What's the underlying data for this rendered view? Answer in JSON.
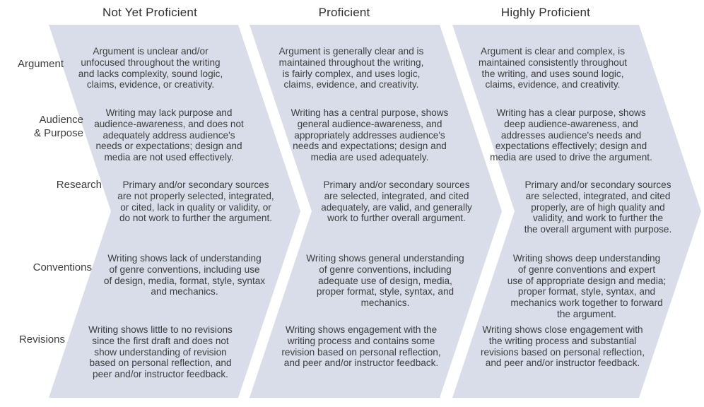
{
  "columns": [
    {
      "title": "Not Yet Proficient"
    },
    {
      "title": "Proficient"
    },
    {
      "title": "Highly Proficient"
    }
  ],
  "rows": [
    {
      "label": "Argument",
      "cells": [
        "Argument is unclear and/or\nunfocused throughout the writing\nand lacks complexity, sound logic,\nclaims, evidence, or creativity.",
        "Argument is generally clear and is\nmaintained throughout the writing,\nis fairly complex, and uses logic,\nclaims, evidence, and creativity.",
        "Argument is clear and complex, is\nmaintained consistently throughout\nthe writing, and uses sound logic,\nclaims, evidence, and creativity."
      ]
    },
    {
      "label": "Audience\n& Purpose",
      "cells": [
        "Writing may lack purpose and\naudience-awareness, and does not\nadequately address audience's\nneeds or expectations; design and\nmedia are not used effectively.",
        "Writing has a central purpose, shows\ngeneral audience-awareness, and\nappropriately addresses audience's\nneeds and expectations; design and\nmedia are used adequately.",
        "Writing has a clear purpose, shows\ndeep audience-awareness, and\naddresses audience's needs and\nexpectations effectively; design and\nmedia are used to drive the argument."
      ]
    },
    {
      "label": "Research",
      "cells": [
        "Primary and/or secondary sources\nare not properly selected, integrated,\nor cited, lack in quality or validity, or\ndo not work to further the argument.",
        "Primary and/or secondary sources\nare selected, integrated, and cited\nadequately, are valid, and generally\nwork to further overall argument.",
        "Primary and/or secondary sources\nare selected, integrated, and cited\nproperly, are of high quality and\nvalidity, and work to further the\nthe overall argument with purpose."
      ]
    },
    {
      "label": "Conventions",
      "cells": [
        "Writing shows lack of understanding\nof genre conventions, including use\nof design, media, format, style, syntax\nand mechanics.",
        "Writing shows general understanding\nof genre conventions, including\nadequate use of design, media,\nproper format, style, syntax, and\nmechanics.",
        "Writing shows deep understanding\nof genre conventions and expert\nuse of appropriate design and media;\nproper format, style, syntax, and\nmechanics work together to forward\nthe argument."
      ]
    },
    {
      "label": "Revisions",
      "cells": [
        "Writing shows little to no revisions\nsince the first draft and does not\nshow understanding of revision\nbased on personal reflection, and\npeer and/or instructor feedback.",
        "Writing shows engagement with the\nwriting process and contains some\nrevision based on personal reflection,\nand peer and/or instructor feedback.",
        "Writing shows close engagement with\nthe writing process and substantial\nrevisions based on personal reflection,\nand peer and/or instructor feedback."
      ]
    }
  ],
  "colors": {
    "band_fill": "#d9ddea",
    "text": "#3d3d3d",
    "header_text": "#2f2f2f"
  }
}
